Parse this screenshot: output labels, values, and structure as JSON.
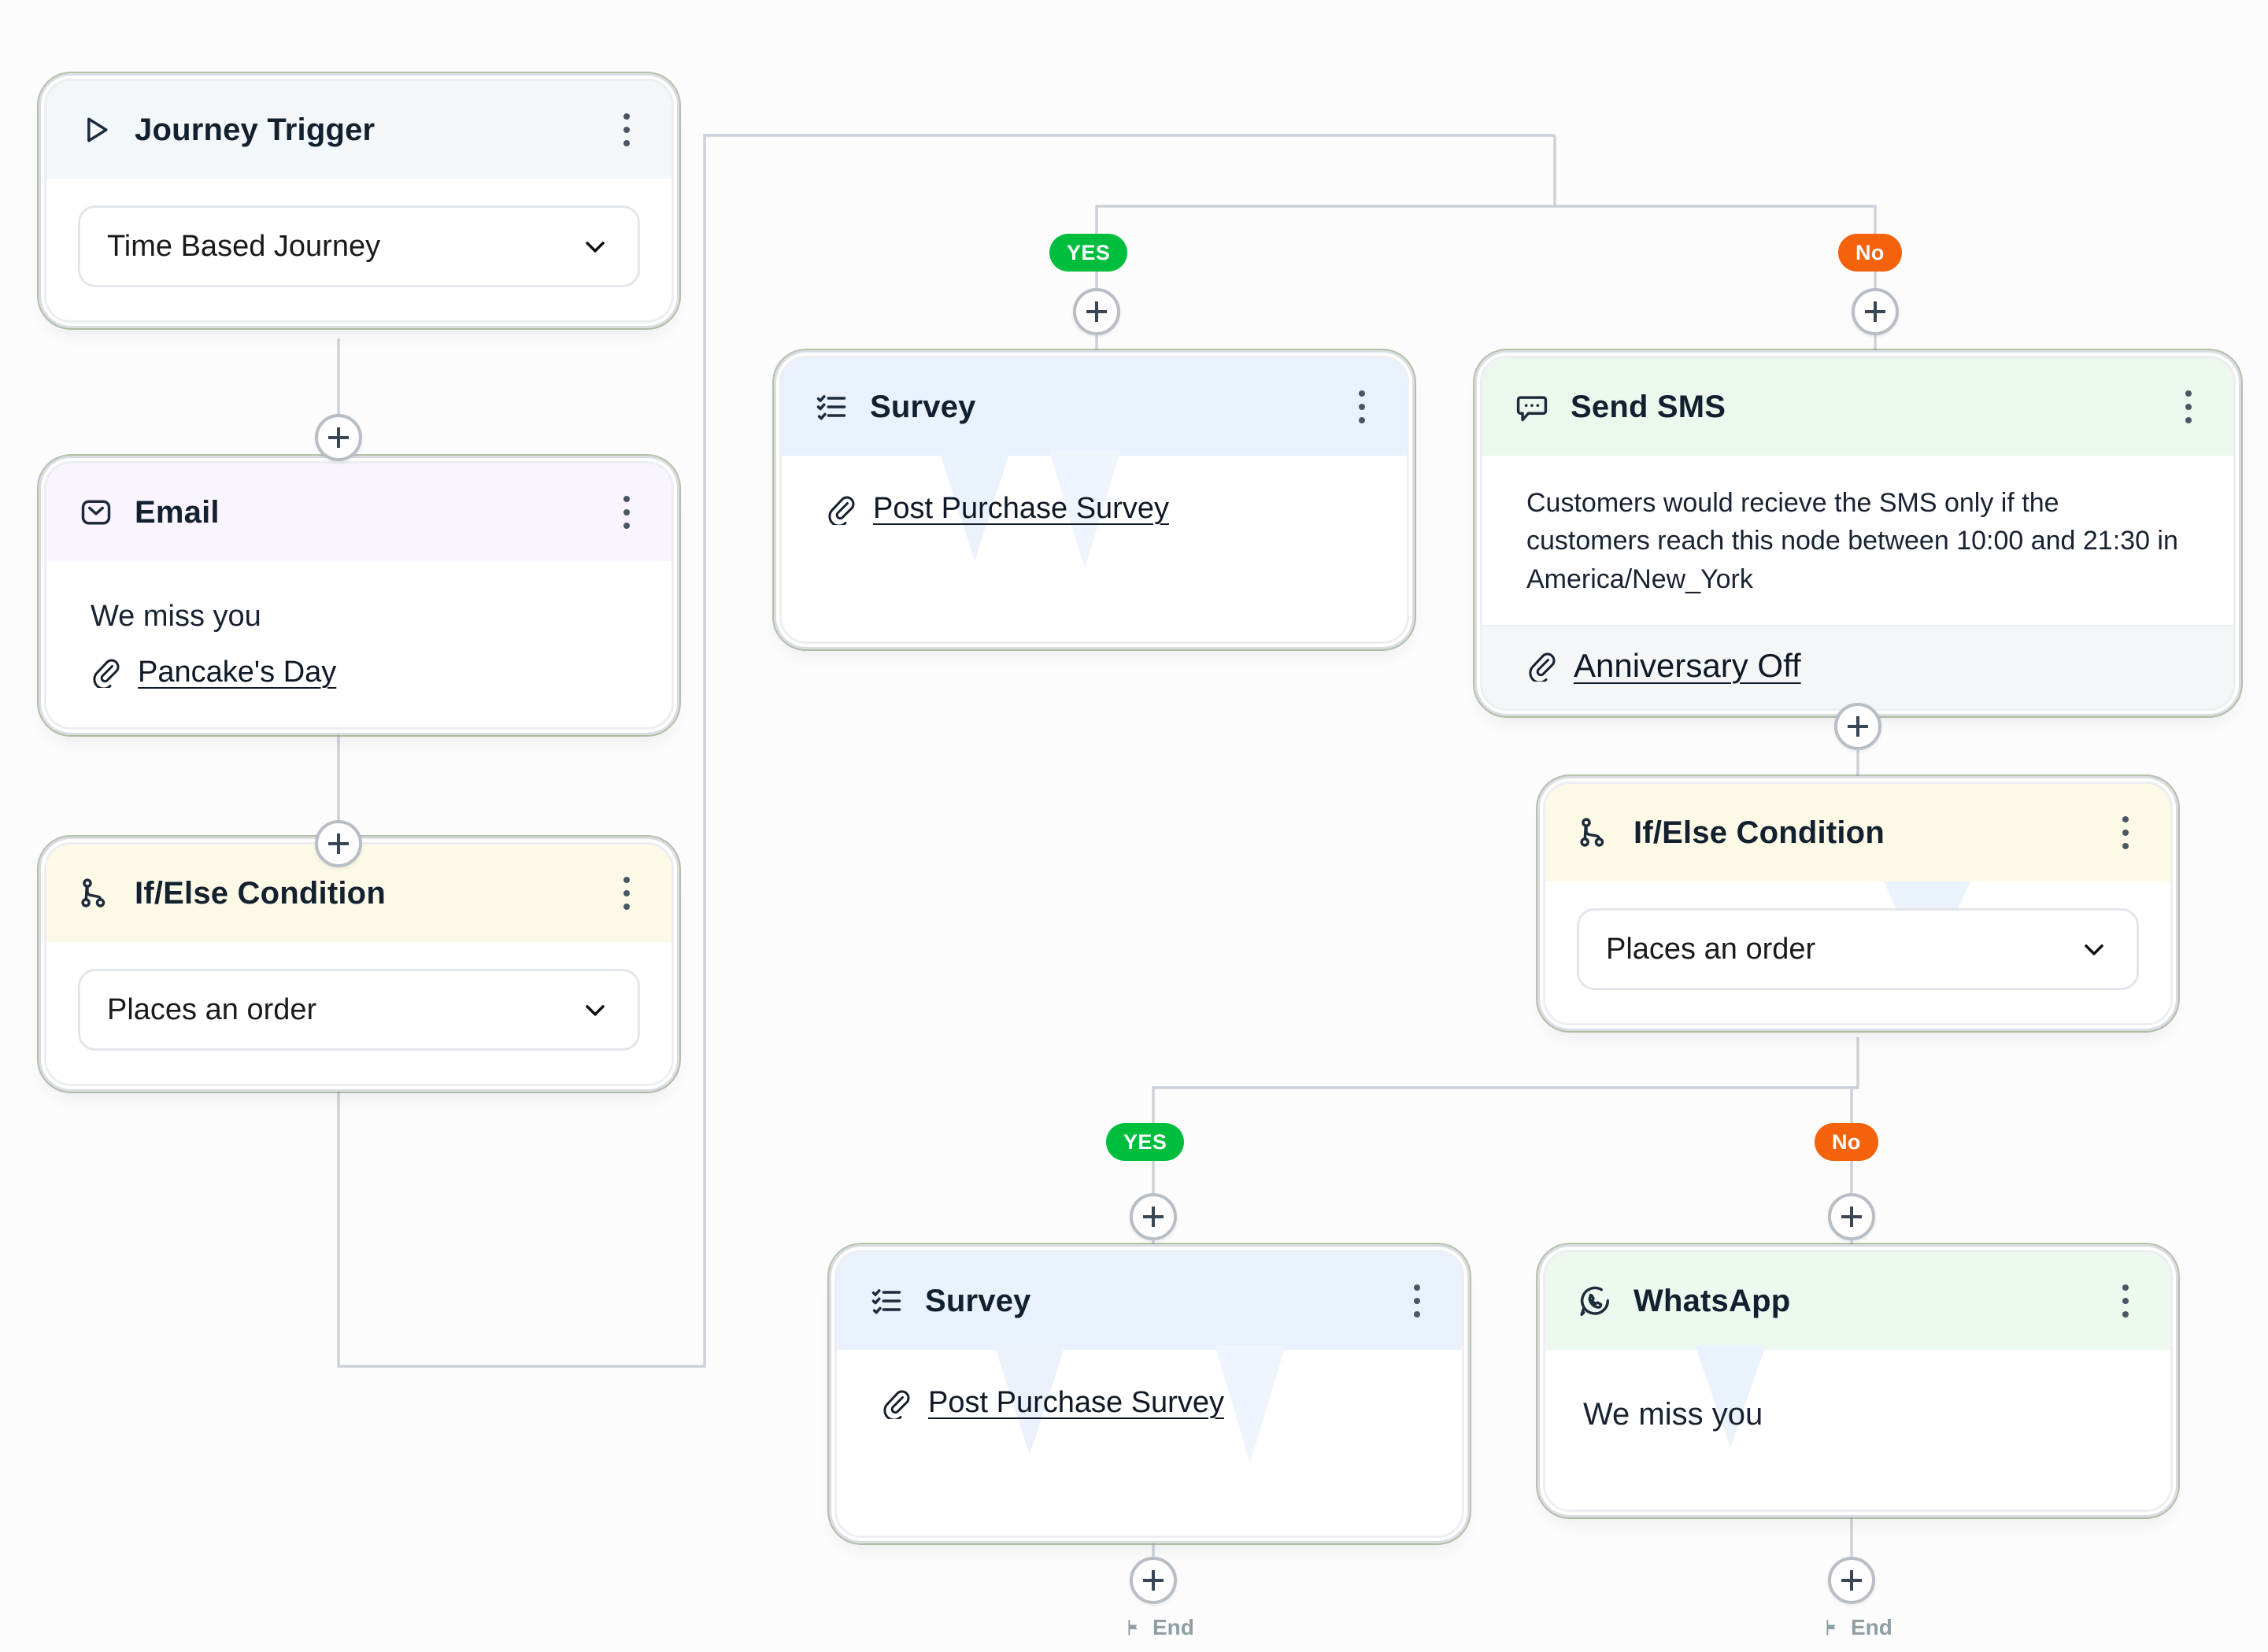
{
  "canvas": {
    "background": "#fcfcfc",
    "title": "Journey Builder Flow Canvas"
  },
  "colors": {
    "yes_badge": "#00be3d",
    "no_badge": "#f4620c",
    "card_outer_ring": "#7d9268",
    "trigger_header": "#f3f7fa",
    "email_header": "#f9f4fd",
    "condition_header": "#fdf9e7",
    "survey_header": "#e9f1fd",
    "sms_header": "#ecf8ee",
    "whatsapp_header": "#edf8ef",
    "end_label": "#8f9fa4"
  },
  "nodes": {
    "journey_trigger": {
      "title": "Journey Trigger",
      "icon": "play-icon",
      "menu_icon": "kebab-menu-icon",
      "select_value": "Time Based Journey",
      "select_icon": "chevron-down-icon"
    },
    "email": {
      "title": "Email",
      "icon": "envelope-icon",
      "menu_icon": "kebab-menu-icon",
      "message": "We miss you",
      "attachment": "Pancake's Day",
      "attachment_icon": "paperclip-icon"
    },
    "condition_left": {
      "title": "If/Else  Condition",
      "icon": "branch-icon",
      "menu_icon": "kebab-menu-icon",
      "select_value": "Places an order",
      "select_icon": "chevron-down-icon"
    },
    "survey_top": {
      "title": "Survey",
      "icon": "checklist-icon",
      "menu_icon": "kebab-menu-icon",
      "attachment": "Post Purchase Survey",
      "attachment_icon": "paperclip-icon"
    },
    "send_sms": {
      "title": "Send SMS",
      "icon": "chat-bubble-icon",
      "menu_icon": "kebab-menu-icon",
      "description": "Customers would recieve the SMS only if the customers reach this node between 10:00 and 21:30 in America/New_York",
      "attachment": "Anniversary Off",
      "attachment_icon": "paperclip-icon"
    },
    "condition_right": {
      "title": "If/Else  Condition",
      "icon": "branch-icon",
      "menu_icon": "kebab-menu-icon",
      "select_value": "Places an order",
      "select_icon": "chevron-down-icon"
    },
    "survey_bottom": {
      "title": "Survey",
      "icon": "checklist-icon",
      "menu_icon": "kebab-menu-icon",
      "attachment": "Post Purchase Survey",
      "attachment_icon": "paperclip-icon"
    },
    "whatsapp": {
      "title": "WhatsApp",
      "icon": "whatsapp-icon",
      "menu_icon": "kebab-menu-icon",
      "message": "We miss you"
    }
  },
  "branch_badges": {
    "top_yes": "YES",
    "top_no": "No",
    "bottom_yes": "YES",
    "bottom_no": "No"
  },
  "end_markers": {
    "survey_end": "End",
    "whatsapp_end": "End",
    "icon": "flag-icon"
  },
  "add_buttons": {
    "label": "+",
    "count": 8
  }
}
